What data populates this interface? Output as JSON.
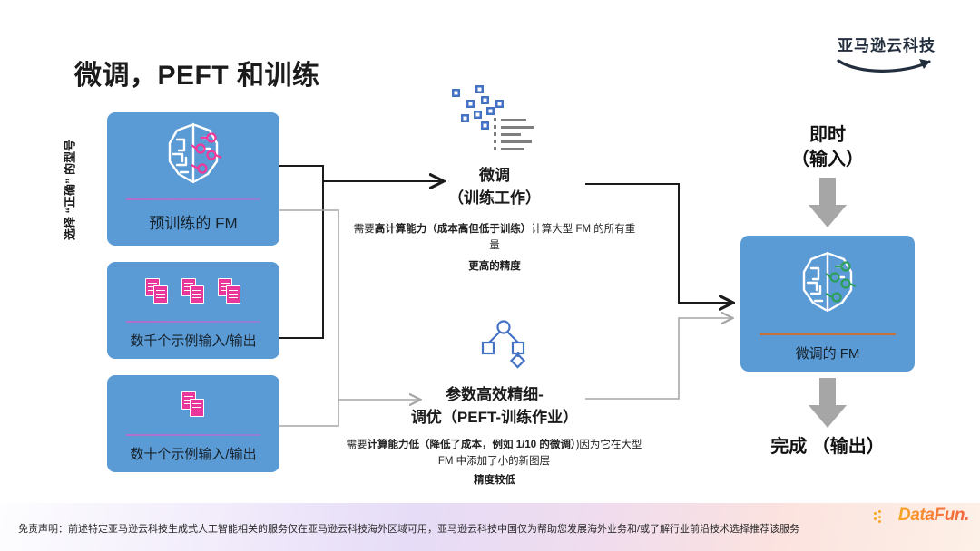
{
  "title": "微调，PEFT 和训练",
  "brand": {
    "aws_text": "亚马逊云科技",
    "smile_icon": "amazon-smile-arrow"
  },
  "left": {
    "vertical_label": "选择 “正确” 的型号",
    "cards": [
      {
        "id": "pretrained-fm",
        "label": "预训练的 FM",
        "icon": "brain-fm-icon",
        "divider_color": "#a06bd0"
      },
      {
        "id": "thousands-examples",
        "label": "数千个示例输入/输出",
        "icon": "document-pair-icon",
        "icon_count": 3,
        "divider_color": "#a06bd0"
      },
      {
        "id": "dozens-examples",
        "label": "数十个示例输入/输出",
        "icon": "document-pair-icon",
        "icon_count": 1,
        "divider_color": "#a06bd0"
      }
    ]
  },
  "middle": {
    "finetune": {
      "icon": "scatter-data-icon",
      "heading_line1": "微调",
      "heading_line2": "（训练工作）",
      "desc_bold_1": "高计算能力（成本高但低于训练）",
      "desc_prefix": "需要",
      "desc_suffix": "计算大型 FM 的所有重量",
      "note": "更高的精度"
    },
    "peft": {
      "icon": "node-tree-icon",
      "heading_line1": "参数高效精细-",
      "heading_line2": "调优（PEFT-训练作业）",
      "desc_prefix": "需要",
      "desc_bold_1": "计算能力低（降低了成本，例如 1/10 的微调）",
      "desc_suffix": ")因为它在大型 FM 中添加了小的新图层",
      "note": "精度较低"
    }
  },
  "right": {
    "input_label_line1": "即时",
    "input_label_line2": "（输入）",
    "down_arrow_top_icon": "down-arrow-icon",
    "card": {
      "label": "微调的 FM",
      "icon": "brain-fm-icon-green",
      "divider_color": "#c5713c"
    },
    "down_arrow_bottom_icon": "down-arrow-icon",
    "output_label": "完成 （输出）"
  },
  "footer": {
    "disclaimer": "免责声明：前述特定亚马逊云科技生成式人工智能相关的服务仅在亚马逊云科技海外区域可用，亚马逊云科技中国仅为帮助您发展海外业务和/或了解行业前沿技术选择推荐该服务",
    "logo_text": "DataFun.",
    "logo_dots_icon": "datafun-dots-icon"
  },
  "colors": {
    "card_blue": "#5b9bd5",
    "accent_pink": "#e8369b",
    "accent_green": "#2e9e5b",
    "arrow_gray": "#a6a6a6",
    "arrow_black": "#1b1b1b"
  }
}
